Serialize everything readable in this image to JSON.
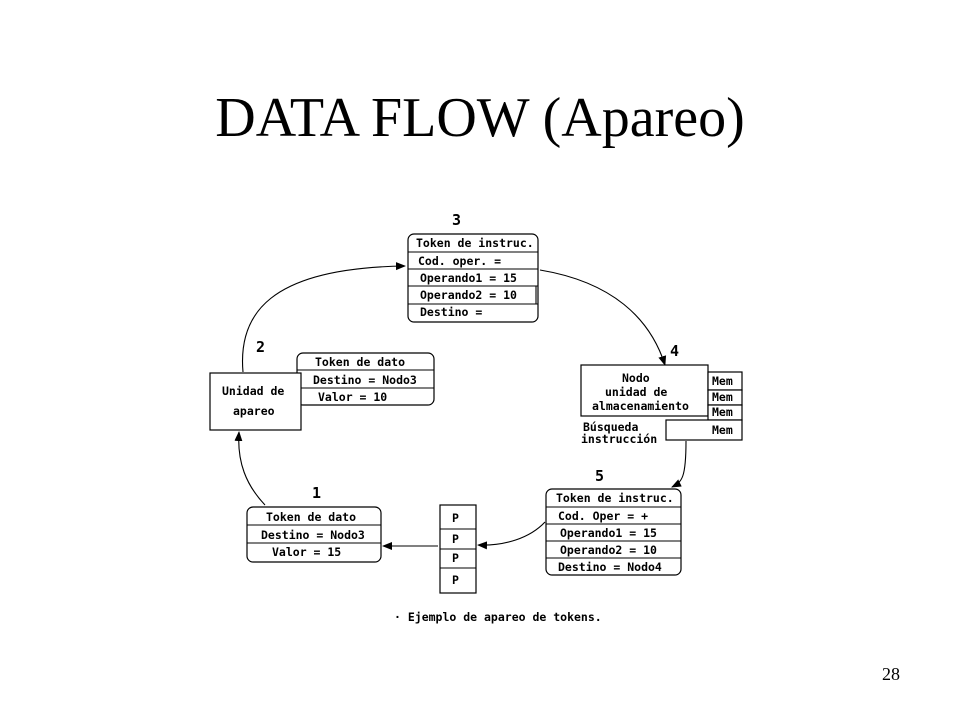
{
  "slide": {
    "title": "DATA FLOW (Apareo)",
    "page_number": "28"
  },
  "diagram": {
    "steps": [
      "1",
      "2",
      "3",
      "4",
      "5"
    ],
    "instr_token_3": {
      "header": "Token de instruc.",
      "rows": [
        "Cod. oper. =",
        "Operando1 = 15",
        "Operando2 = 10",
        "Destino ="
      ]
    },
    "instr_token_5": {
      "header": "Token de instruc.",
      "rows": [
        "Cod. Oper = +",
        "Operando1 = 15",
        "Operando2 = 10",
        "Destino = Nodo4"
      ]
    },
    "data_token_1": {
      "header": "Token de dato",
      "rows": [
        "Destino = Nodo3",
        "Valor = 15"
      ]
    },
    "data_token_2": {
      "header": "Token de dato",
      "rows": [
        "Destino = Nodo3",
        "Valor = 10"
      ]
    },
    "matching_unit": {
      "line1": "Unidad de",
      "line2": "apareo"
    },
    "storage_node": {
      "line1": "Nodo",
      "line2": "unidad de",
      "line3": "almacenamiento"
    },
    "memory_cells": [
      "Mem",
      "Mem",
      "Mem",
      "Mem"
    ],
    "fetch_label": {
      "line1": "Búsqueda",
      "line2": "instrucción"
    },
    "queue_cells": [
      "P",
      "P",
      "P",
      "P"
    ],
    "caption": "· Ejemplo de apareo de tokens."
  }
}
